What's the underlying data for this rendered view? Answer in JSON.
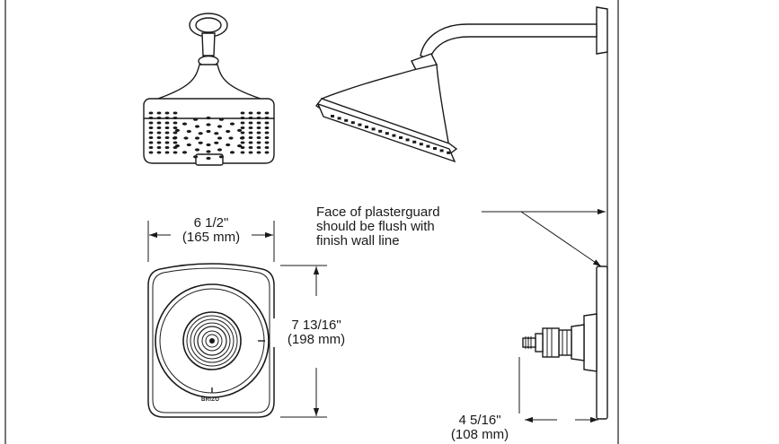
{
  "dimensions": {
    "faceplate_width": {
      "imperial": "6 1/2\"",
      "metric": "(165 mm)"
    },
    "faceplate_height": {
      "imperial": "7 13/16\"",
      "metric": "(198 mm)"
    },
    "valve_depth": {
      "imperial": "4 5/16\"",
      "metric": "(108 mm)"
    }
  },
  "annotation": {
    "lines": [
      "Face of plasterguard",
      "should be flush with",
      "finish wall line"
    ]
  },
  "logo": {
    "text": "BRIZO"
  },
  "colors": {
    "line": "#1a1a1a",
    "body": "#ffffff",
    "background": "#ffffff"
  }
}
